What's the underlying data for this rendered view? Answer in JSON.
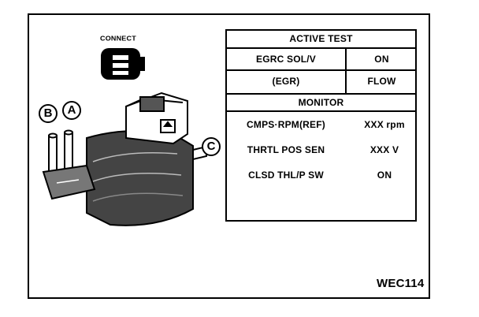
{
  "connect_label": "CONNECT",
  "callouts": {
    "a": "A",
    "b": "B",
    "c": "C"
  },
  "active_test": {
    "header": "ACTIVE TEST",
    "rows": [
      {
        "label": "EGRC SOL/V",
        "value": "ON"
      },
      {
        "label": "(EGR)",
        "value": "FLOW"
      }
    ]
  },
  "monitor": {
    "header": "MONITOR",
    "rows": [
      {
        "label": "CMPS·RPM(REF)",
        "value": "XXX rpm"
      },
      {
        "label": "THRTL POS SEN",
        "value": "XXX V"
      },
      {
        "label": "CLSD THL/P SW",
        "value": "ON"
      }
    ]
  },
  "figure_code": "WEC114"
}
